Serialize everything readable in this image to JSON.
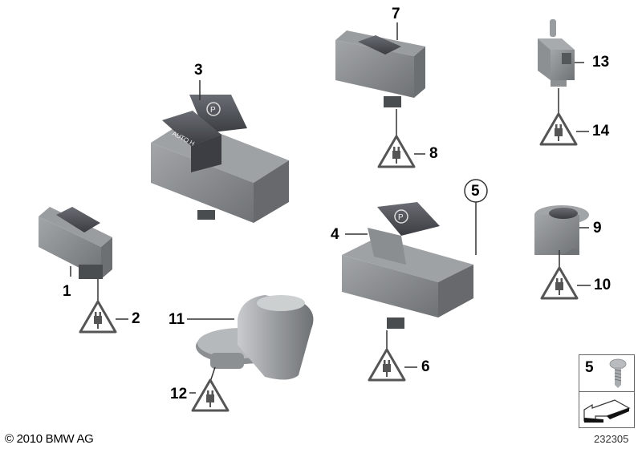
{
  "diagram": {
    "type": "parts-exploded-view",
    "copyright": "© 2010 BMW AG",
    "diagram_number": "232305",
    "colors": {
      "part_body": "#8a8d8f",
      "part_dark": "#4a4d52",
      "part_light": "#b8bbbd",
      "line": "#333333",
      "text": "#000000"
    }
  },
  "parts": [
    {
      "id": "1",
      "label": "1",
      "name": "switch-small-rocker"
    },
    {
      "id": "2",
      "label": "2",
      "name": "connector-symbol"
    },
    {
      "id": "3",
      "label": "3",
      "name": "parking-brake-auto-h-switch"
    },
    {
      "id": "4",
      "label": "4",
      "name": "parking-brake-switch"
    },
    {
      "id": "5",
      "label": "5",
      "name": "screw"
    },
    {
      "id": "6",
      "label": "6",
      "name": "connector-symbol"
    },
    {
      "id": "7",
      "label": "7",
      "name": "switch-seat"
    },
    {
      "id": "8",
      "label": "8",
      "name": "connector-symbol"
    },
    {
      "id": "9",
      "label": "9",
      "name": "round-push-switch"
    },
    {
      "id": "10",
      "label": "10",
      "name": "connector-symbol"
    },
    {
      "id": "11",
      "label": "11",
      "name": "trim-cover"
    },
    {
      "id": "12",
      "label": "12",
      "name": "connector-symbol"
    },
    {
      "id": "13",
      "label": "13",
      "name": "pin-switch"
    },
    {
      "id": "14",
      "label": "14",
      "name": "connector-symbol"
    }
  ],
  "switch_labels": {
    "auto_h": "AUTO H",
    "parking": "P"
  },
  "legend": {
    "item_number": "5",
    "item": "screw",
    "symbol": "installation-arrow"
  }
}
